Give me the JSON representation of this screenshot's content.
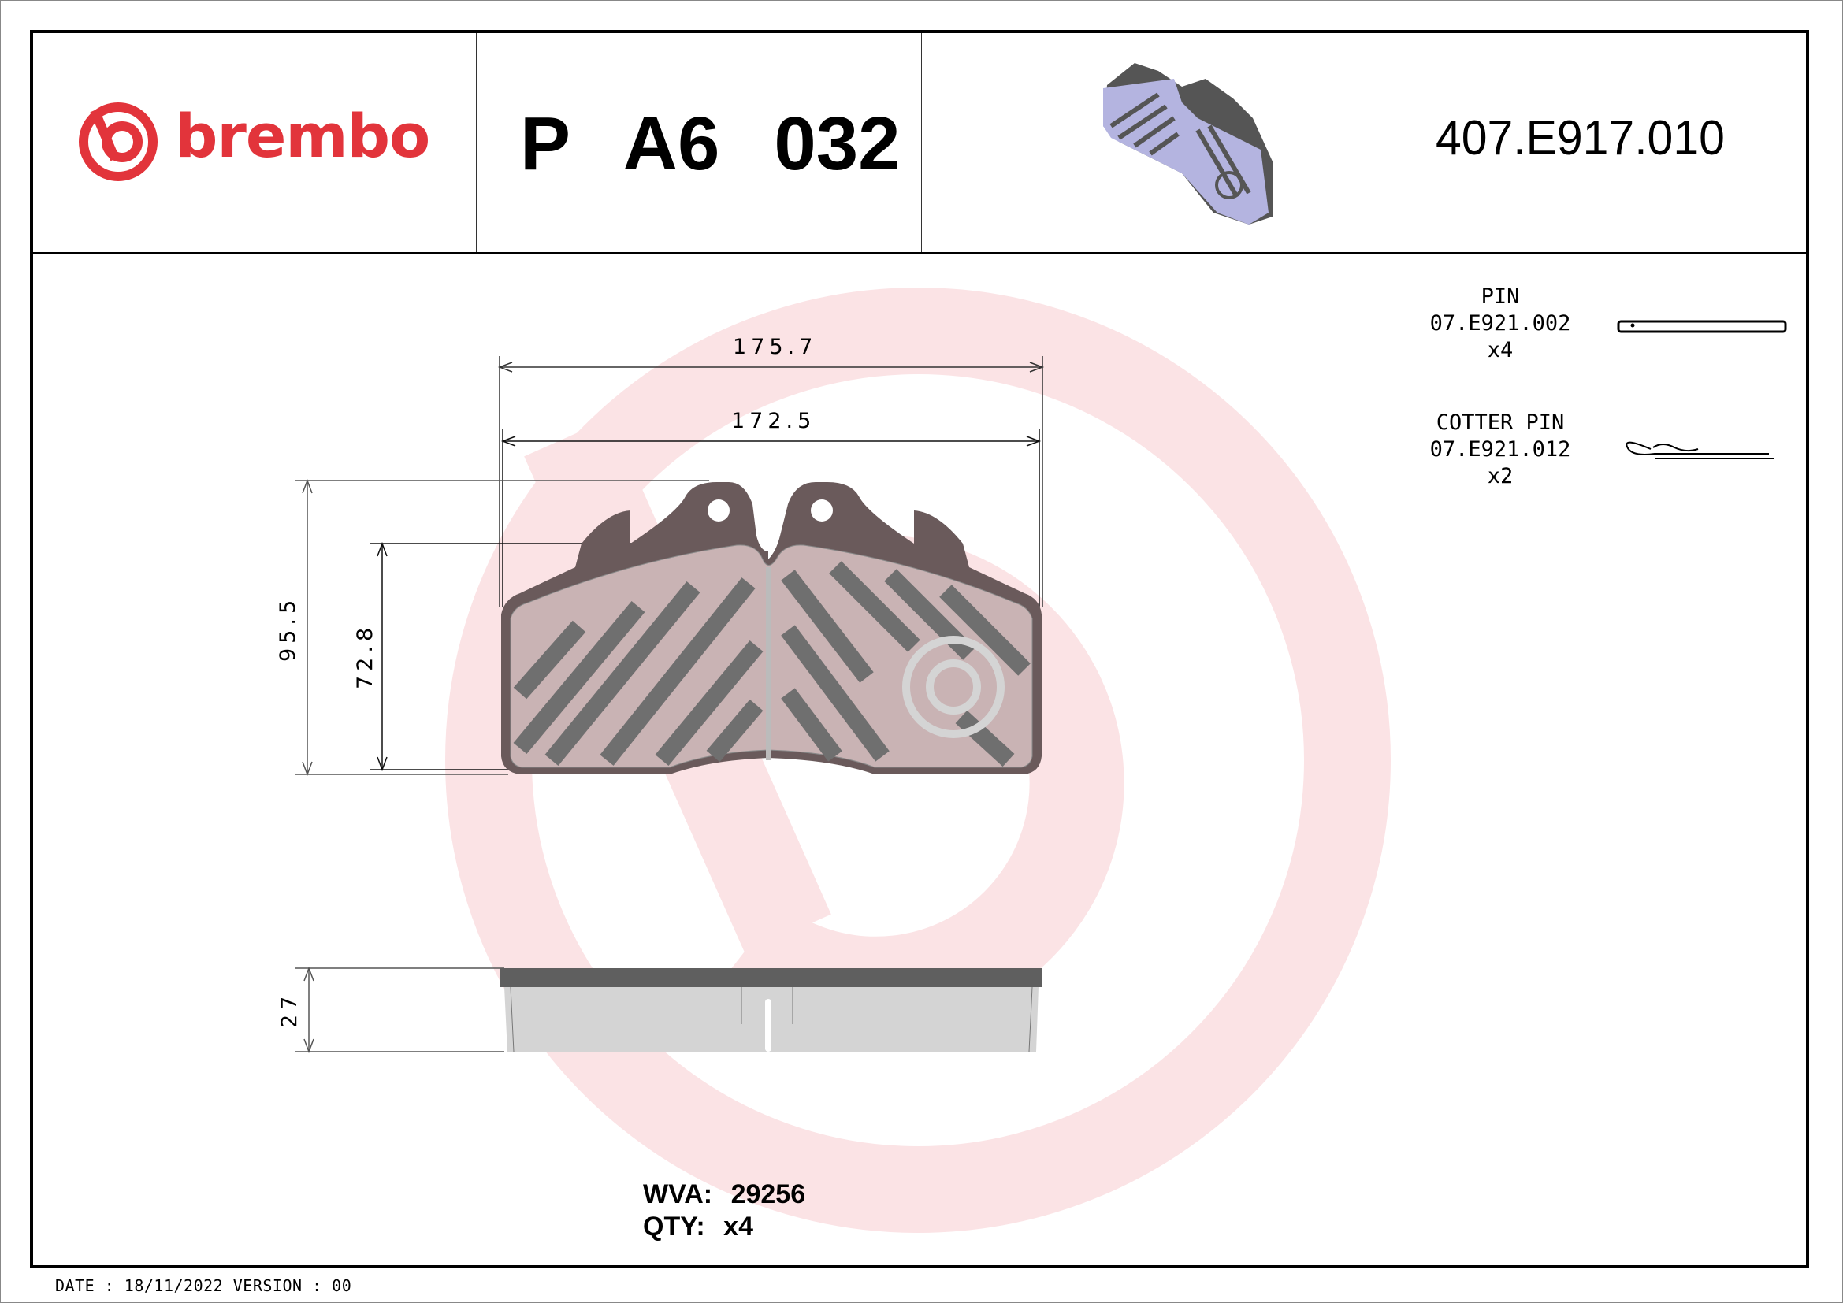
{
  "header": {
    "brand": "brembo",
    "part_code": [
      "P",
      "A6",
      "032"
    ],
    "reference": "407.E917.010"
  },
  "accessories": [
    {
      "name": "PIN",
      "code": "07.E921.002",
      "qty": "x4",
      "icon": "pin-icon"
    },
    {
      "name": "COTTER PIN",
      "code": "07.E921.012",
      "qty": "x2",
      "icon": "cotter-pin-icon"
    }
  ],
  "dimensions": {
    "overall_width": "175.7",
    "friction_width": "172.5",
    "overall_height": "95.5",
    "friction_height": "72.8",
    "thickness": "27"
  },
  "info": {
    "wva_label": "WVA:",
    "wva_value": "29256",
    "qty_label": "QTY:",
    "qty_value": "x4"
  },
  "footer": {
    "text": "DATE : 18/11/2022 VERSION : 00"
  },
  "colors": {
    "brand_red": "#e2343b",
    "watermark": "#fbe3e5",
    "backplate": "#5f5f5f",
    "friction": "#d4d4d4",
    "iso_view": "#b4b4e0"
  }
}
